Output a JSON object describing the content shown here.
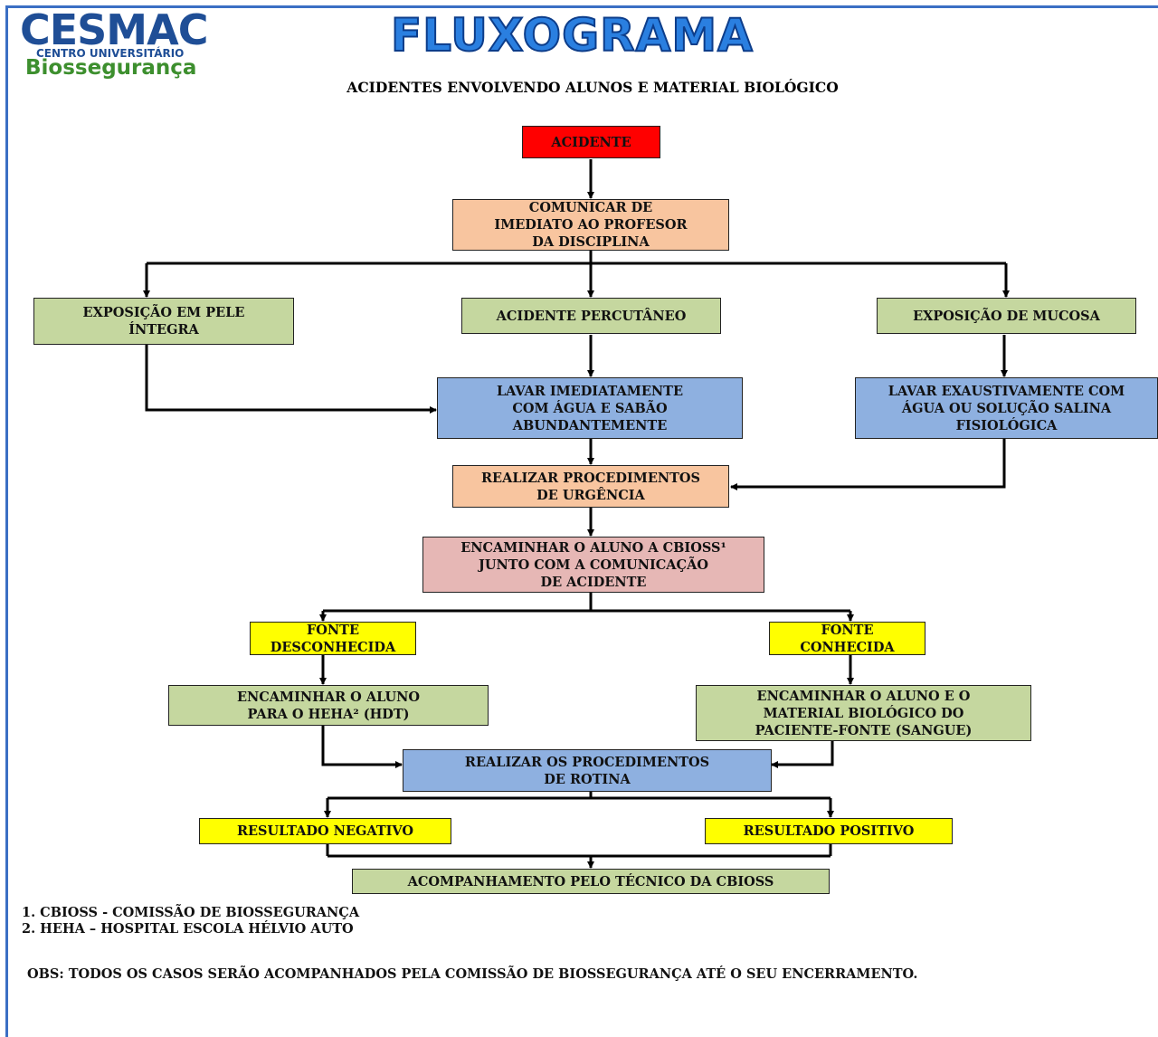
{
  "header": {
    "logo_main": "CESMAC",
    "logo_sub": "CENTRO UNIVERSITÁRIO",
    "logo_tag": "Biossegurança",
    "title": "FLUXOGRAMA",
    "subtitle": "ACIDENTES ENVOLVENDO ALUNOS E MATERIAL BIOLÓGICO"
  },
  "nodes": {
    "acidente": "ACIDENTE",
    "comunicar": "COMUNICAR DE\nIMEDIATO AO PROFESOR\nDA DISCIPLINA",
    "pele": "EXPOSIÇÃO EM PELE\nÍNTEGRA",
    "percutaneo": "ACIDENTE PERCUTÂNEO",
    "mucosa": "EXPOSIÇÃO DE MUCOSA",
    "lavar_agua": "LAVAR IMEDIATAMENTE\nCOM ÁGUA E SABÃO\nABUNDANTEMENTE",
    "lavar_salina": "LAVAR EXAUSTIVAMENTE COM\nÁGUA OU SOLUÇÃO SALINA\nFISIOLÓGICA",
    "urgencia": "REALIZAR PROCEDIMENTOS\nDE URGÊNCIA",
    "encaminhar_cbioss": "ENCAMINHAR O ALUNO A CBIOSS¹\nJUNTO COM A COMUNICAÇÃO\nDE ACIDENTE",
    "fonte_desconhecida": "FONTE\nDESCONHECIDA",
    "fonte_conhecida": "FONTE\nCONHECIDA",
    "encaminhar_heha": "ENCAMINHAR O ALUNO\nPARA O HEHA² (HDT)",
    "encaminhar_material": "ENCAMINHAR O ALUNO E O\nMATERIAL BIOLÓGICO DO\nPACIENTE-FONTE (SANGUE)",
    "rotina": "REALIZAR OS PROCEDIMENTOS\nDE ROTINA",
    "negativo": "RESULTADO NEGATIVO",
    "positivo": "RESULTADO POSITIVO",
    "acompanhamento": "ACOMPANHAMENTO PELO TÉCNICO DA CBIOSS"
  },
  "footnotes": {
    "n1": "1. CBIOSS - COMISSÃO DE BIOSSEGURANÇA",
    "n2": "2. HEHA – HOSPITAL ESCOLA HÉLVIO AUTO",
    "obs": "OBS: TODOS OS CASOS SERÃO ACOMPANHADOS PELA COMISSÃO DE BIOSSEGURANÇA ATÉ O SEU ENCERRAMENTO."
  },
  "colors": {
    "red": "#ff0000",
    "orange": "#f8c59f",
    "green": "#c5d79f",
    "blue": "#8eb0e0",
    "pink": "#e6b7b5",
    "yellow": "#ffff00",
    "title_blue": "#2a7fe0"
  }
}
